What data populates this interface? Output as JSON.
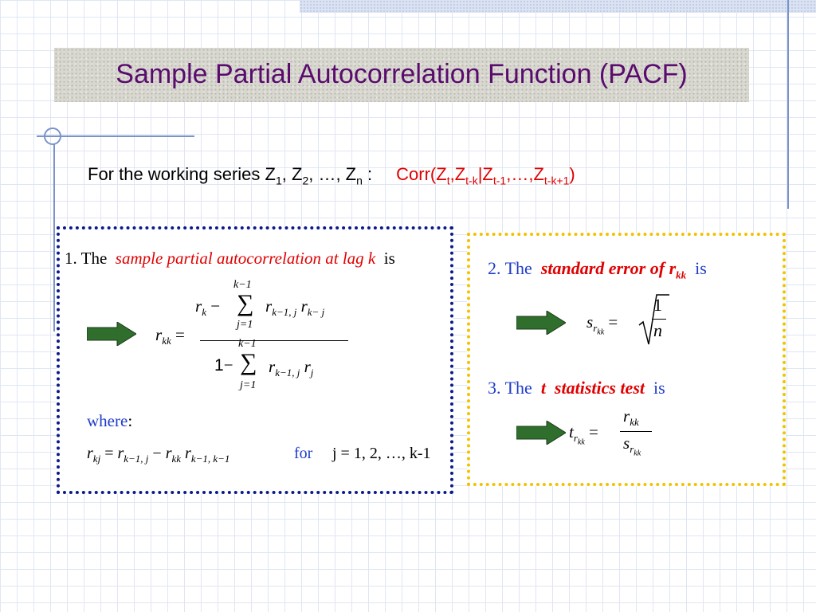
{
  "title": "Sample Partial Autocorrelation Function (PACF)",
  "intro": {
    "prefix": "For the working series Z",
    "sub1": "1",
    "mid1": ", Z",
    "sub2": "2",
    "mid2": ", …, Z",
    "subn": "n",
    "colon": " :",
    "corr": {
      "open": "Corr(Z",
      "sub_t": "t",
      "comma1": ",Z",
      "sub_tk": "t-k",
      "bar": "|Z",
      "sub_t1": "t-1",
      "ellipsis": ",…,Z",
      "sub_tk1": "t-k+1",
      "close": ")"
    }
  },
  "box1": {
    "item_num": "1.",
    "the": "The",
    "phrase": "sample partial autocorrelation at lag k",
    "is": "is",
    "formula": {
      "lhs": "r",
      "lhs_sub": "kk",
      "equals": "=",
      "num_r": "r",
      "num_r_sub": "k",
      "minus": "−",
      "sigma": "∑",
      "sum_upper": "k−1",
      "sum_lower": "j=1",
      "term1": "r",
      "term1_sub": "k−1, j",
      "term2": "r",
      "term2_sub": "k− j",
      "den_one": "1",
      "den_minus": "−",
      "den_sigma": "∑",
      "den_upper": "k−1",
      "den_lower": "j=1",
      "den_term1": "r",
      "den_term1_sub": "k−1, j",
      "den_term2": "r",
      "den_term2_sub": "j"
    },
    "where": "where",
    "where_colon": ":",
    "rkj": {
      "lhs": "r",
      "lhs_sub": "kj",
      "eq": "=",
      "r1": "r",
      "r1_sub": "k−1, j",
      "minus": "−",
      "r2": "r",
      "r2_sub": "kk",
      "r3": "r",
      "r3_sub": "k−1, k−1"
    },
    "for": "for",
    "range": "j = 1, 2, …, k-1"
  },
  "box2": {
    "item2_num": "2.",
    "item2_the": "The",
    "item2_phrase": "standard error of",
    "item2_r": "r",
    "item2_r_sub": "kk",
    "item2_is": "is",
    "se": {
      "s": "s",
      "s_sub": "r",
      "s_sub2": "kk",
      "eq": "=",
      "num": "1",
      "den": "n"
    },
    "item3_num": "3.",
    "item3_the": "The",
    "item3_phrase": "t  statistics test",
    "item3_is": "is",
    "tstat": {
      "t": "t",
      "t_sub": "r",
      "t_sub2": "kk",
      "eq": "=",
      "num": "r",
      "num_sub": "kk",
      "den": "s",
      "den_sub": "r",
      "den_sub2": "kk"
    }
  },
  "colors": {
    "title": "#5a0b6e",
    "highlight": "#e00000",
    "label_blue": "#1f3cc8",
    "arrow_green": "#2f6e2c",
    "box1_border": "#0b1a8a",
    "box2_border": "#f2c200"
  },
  "icons": [
    "arrow-right-icon"
  ]
}
